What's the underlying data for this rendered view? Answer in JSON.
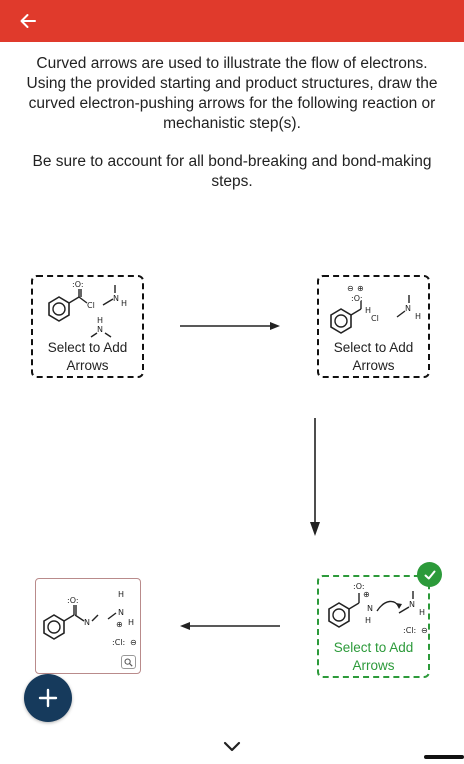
{
  "header": {
    "back_icon": "arrow-left-icon",
    "color": "#e03a2c"
  },
  "instructions": {
    "paragraph1": "Curved arrows are used to illustrate the flow of electrons. Using the provided starting and product structures, draw the curved electron-pushing arrows for the following reaction or mechanistic step(s).",
    "paragraph2": "Be sure to account for all bond-breaking and bond-making steps."
  },
  "steps": [
    {
      "label_line1": "Select to Add",
      "label_line2": "Arrows",
      "completed": false
    },
    {
      "label_line1": "Select to Add",
      "label_line2": "Arrows",
      "completed": false
    },
    {
      "label_line1": "Select to Add",
      "label_line2": "Arrows",
      "completed": true
    }
  ],
  "molecule_text": {
    "oxygen_lone_pair": ":O:",
    "chlorine": "Cl",
    "nitrogen": "N",
    "hydrogen": "H",
    "chloride_ion": ":Cl:",
    "plus_charge": "⊕",
    "minus_charge": "⊖"
  },
  "colors": {
    "accent_green": "#2c9a3a",
    "fab_navy": "#163a5c",
    "dashed_border": "#111111"
  },
  "fab": {
    "icon": "plus-icon"
  },
  "footer": {
    "icon": "chevron-down-icon"
  }
}
